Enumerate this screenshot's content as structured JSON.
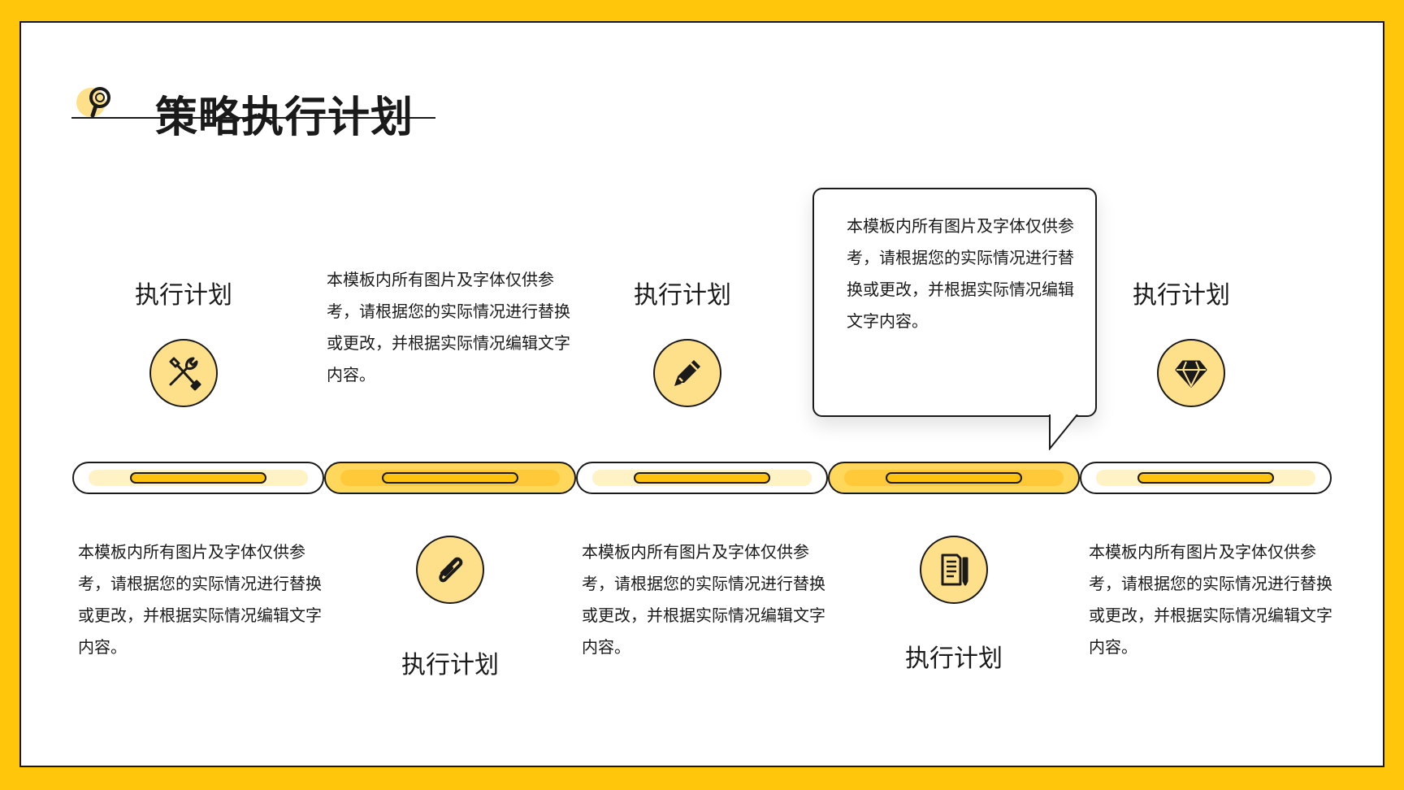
{
  "title": "策略执行计划",
  "accent_color": "#FFC60B",
  "items": [
    {
      "label": "执行计划",
      "icon": "tools-icon",
      "desc": "本模板内所有图片及字体仅供参考，请根据您的实际情况进行替换或更改，并根据实际情况编辑文字内容。"
    },
    {
      "label": "执行计划",
      "icon": "paperclip-icon",
      "desc": "本模板内所有图片及字体仅供参考，请根据您的实际情况进行替换或更改，并根据实际情况编辑文字内容。"
    },
    {
      "label": "执行计划",
      "icon": "pencil-icon",
      "desc": "本模板内所有图片及字体仅供参考，请根据您的实际情况进行替换或更改，并根据实际情况编辑文字内容。"
    },
    {
      "label": "执行计划",
      "icon": "document-icon",
      "desc": "本模板内所有图片及字体仅供参考，请根据您的实际情况进行替换或更改，并根据实际情况编辑文字内容。"
    },
    {
      "label": "执行计划",
      "icon": "diamond-icon",
      "desc": "本模板内所有图片及字体仅供参考，请根据您的实际情况进行替换或更改，并根据实际情况编辑文字内容。"
    }
  ]
}
